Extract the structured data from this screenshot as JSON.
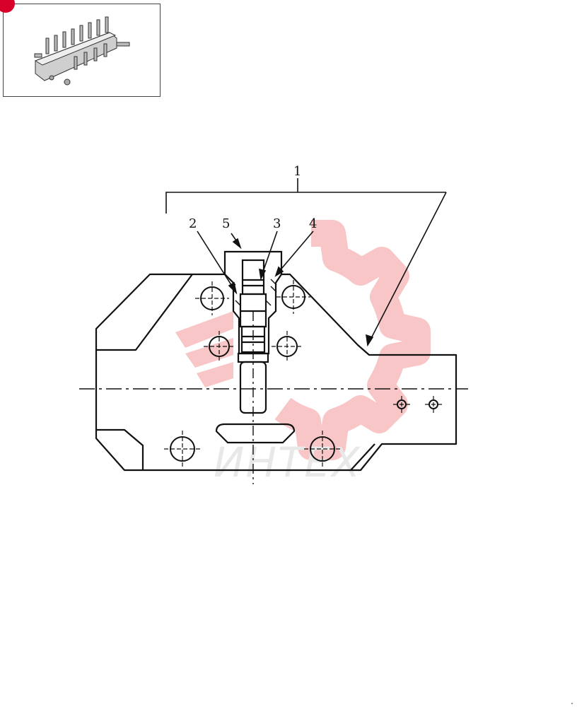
{
  "thumbnail": {
    "icon": "control-valve-assembly-thumbnail",
    "marker_color": "#d6002a"
  },
  "callouts": [
    {
      "id": "1",
      "label": "1"
    },
    {
      "id": "2",
      "label": "2"
    },
    {
      "id": "5",
      "label": "5"
    },
    {
      "id": "3",
      "label": "3"
    },
    {
      "id": "4",
      "label": "4"
    }
  ],
  "watermark": {
    "text": "ИНТЕХ",
    "icon": "gear-logo-icon",
    "color": "#f4a0a0"
  },
  "line_color": "#111111"
}
